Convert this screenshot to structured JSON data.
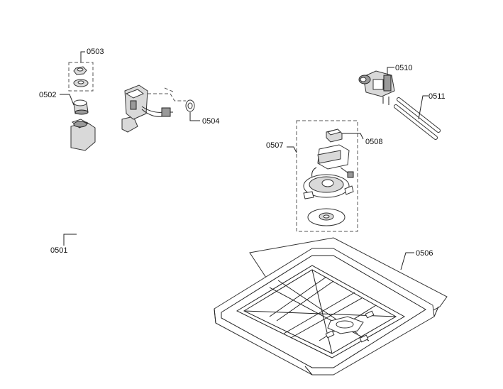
{
  "labels": {
    "p0501": "0501",
    "p0502": "0502",
    "p0503": "0503",
    "p0504": "0504",
    "p0506": "0506",
    "p0507": "0507",
    "p0508": "0508",
    "p0510": "0510",
    "p0511": "0511"
  }
}
